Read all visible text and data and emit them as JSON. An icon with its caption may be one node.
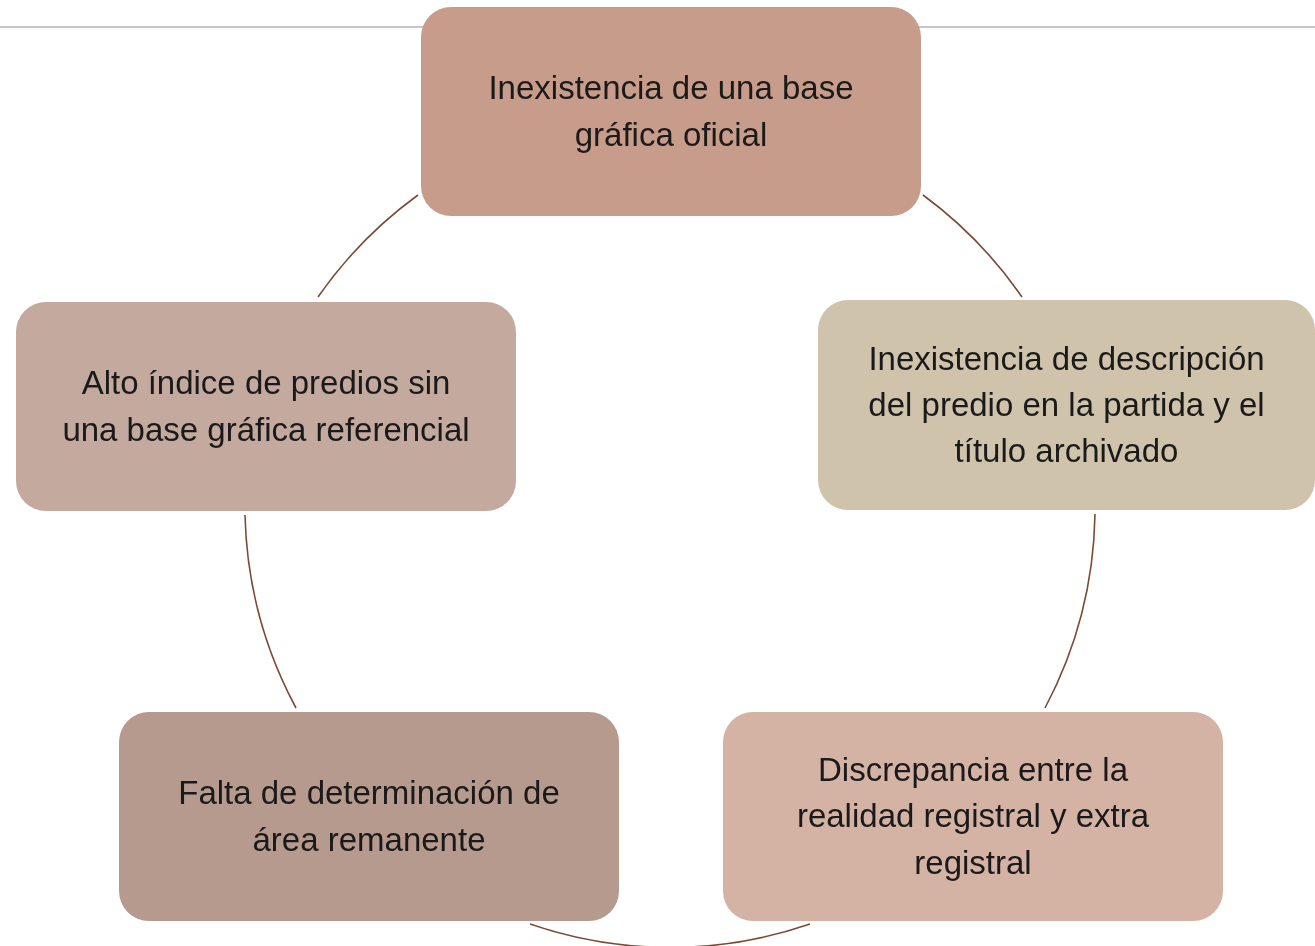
{
  "diagram": {
    "nodes": [
      {
        "text": [
          "Inexistencia de una base gráfica oficial"
        ]
      },
      {
        "text": [
          "Inexistencia de descripción del predio en la partida y el título archivado"
        ]
      },
      {
        "text": [
          "Discrepancia entre la realidad registral y extra registral"
        ]
      },
      {
        "text": [
          "Falta de determinación de área remanente"
        ]
      },
      {
        "text": [
          "Alto índice de predios sin una base gráfica referencial"
        ]
      }
    ],
    "edges": [
      {
        "from": 0,
        "to": 1,
        "arrow": "none"
      },
      {
        "from": 1,
        "to": 2,
        "arrow": "none"
      },
      {
        "from": 2,
        "to": 3,
        "arrow": "none"
      },
      {
        "from": 3,
        "to": 4,
        "arrow": "none"
      },
      {
        "from": 4,
        "to": 0,
        "arrow": "none"
      }
    ]
  }
}
